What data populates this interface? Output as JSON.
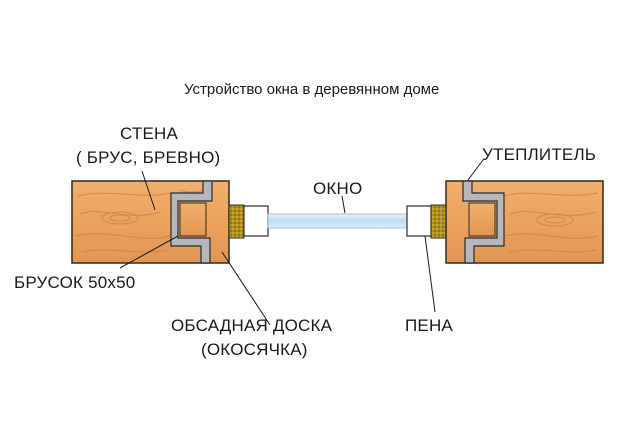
{
  "title": "Устройство окна в деревянном доме",
  "labels": {
    "wall_line1": "СТЕНА",
    "wall_line2": "( БРУС, БРЕВНО)",
    "window": "ОКНО",
    "insulation": "УТЕПЛИТЕЛЬ",
    "bar": "БРУСОК 50х50",
    "casing_line1": "ОБСАДНАЯ ДОСКА",
    "casing_line2": "(ОКОСЯЧКА)",
    "foam": "ПЕНА"
  },
  "colors": {
    "wood": "#e9a25c",
    "wood_light": "#f2bd7d",
    "wood_grain": "#c97e3e",
    "casing": "#b5b7bb",
    "foam": "#b89a1e",
    "glass": "#cfe6f6",
    "frame": "#ffffff",
    "outline": "#2b2b2b"
  }
}
